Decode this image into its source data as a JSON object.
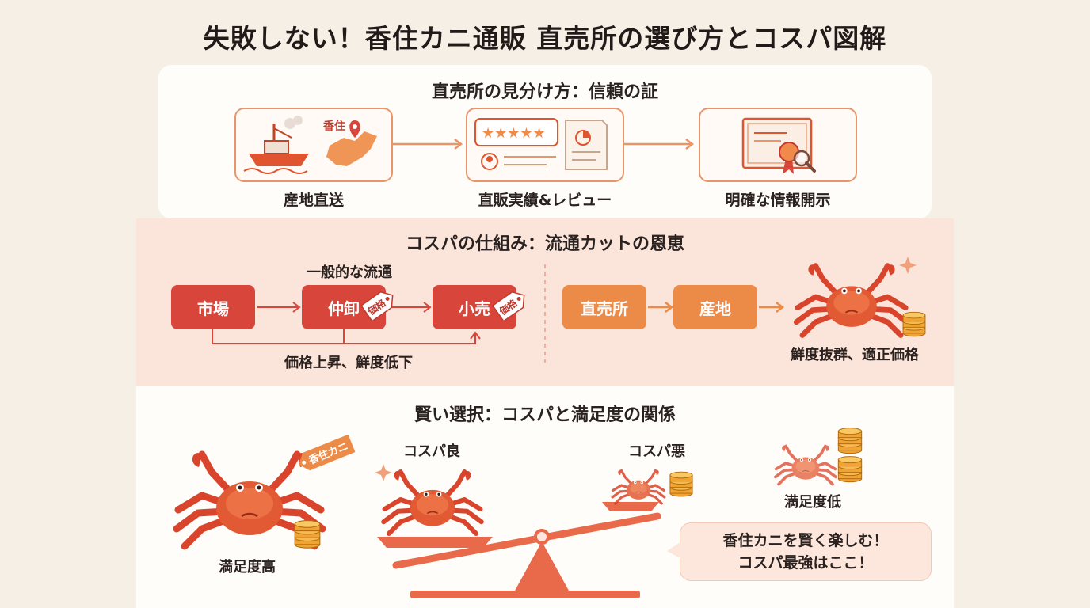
{
  "title": "失敗しない！香住カニ通販 直売所の選び方とコスパ図解",
  "section1": {
    "title": "直売所の見分け方：信頼の証",
    "map_label": "香住",
    "steps": [
      {
        "label": "産地直送",
        "icon": "boat-and-map-icon"
      },
      {
        "label": "直販実績&レビュー",
        "icon": "review-stars-icon"
      },
      {
        "label": "明確な情報開示",
        "icon": "certificate-icon"
      }
    ]
  },
  "section2": {
    "title": "コスパの仕組み：流通カットの恩恵",
    "general_label": "一般的な流通",
    "general_flow": [
      "市場",
      "仲卸",
      "小売"
    ],
    "price_tag": "価格",
    "general_result": "価格上昇、鮮度低下",
    "direct_flow": [
      "直売所",
      "産地"
    ],
    "direct_result": "鮮度抜群、適正価格"
  },
  "section3": {
    "title": "賢い選択：コスパと満足度の関係",
    "high_label": "満足度高",
    "crab_tag": "香住カニ",
    "good_label": "コスパ良",
    "bad_label": "コスパ悪",
    "low_label": "満足度低",
    "bubble_line1": "香住カニを賢く楽しむ！",
    "bubble_line2": "コスパ最強はここ！"
  },
  "colors": {
    "accent_red": "#d8453a",
    "accent_orange": "#ec8a48",
    "crab": "#e0502f",
    "coin": "#f0a533"
  }
}
